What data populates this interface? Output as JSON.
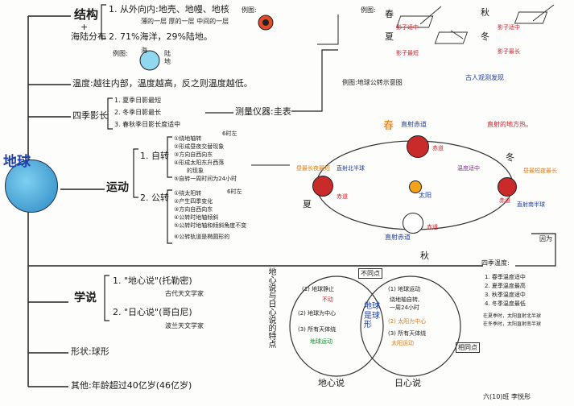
{
  "center": {
    "label": "地球"
  },
  "structure": {
    "title": "结构",
    "plus": "+",
    "title2": "海陆分布",
    "line1": "1. 从外向内:地壳、地幔、地核",
    "line1_note": "薄的一层  厚的一层  中间的一层",
    "diagram_label": "例图:",
    "line2": "2. 71%海洋，29%陆地。",
    "diagram_label2": "例图:",
    "sea": "海",
    "land": "陆",
    "land2": "地"
  },
  "temperature": {
    "text": "温度:越往内部，温度越高，反之则温度越低。"
  },
  "shadow": {
    "title": "四季影长",
    "item1": "1. 夏季日影最短",
    "item2": "2. 冬季日影最长",
    "item3": "3. 春秋季日影长度适中",
    "measure": "测量仪器:圭表"
  },
  "season_sun": {
    "example": "例图:",
    "spring": "春",
    "summer": "夏",
    "autumn": "秋",
    "winter": "冬",
    "shadow_medium": "影子适中",
    "shadow_short": "影子最短",
    "shadow_long": "影子最长",
    "ancient": "古人观测发现"
  },
  "orbit": {
    "title": "例图:地球公转示意图",
    "spring": "春",
    "summer": "夏",
    "autumn": "秋",
    "winter": "冬",
    "sun": "太阳",
    "equator1": "直射赤道",
    "equator2": "直射赤道",
    "equator3": "赤道",
    "equator4": "赤道",
    "equator5": "赤道",
    "equator6": "赤道",
    "direct_note": "直射的地方热。",
    "north": "直射北半球",
    "south": "直射南半球",
    "left_note": "昼最长夜最短",
    "right_note": "昼最短夜最长",
    "temp_note": "温度适中"
  },
  "motion": {
    "title": "运动",
    "rotate": "1. 自转",
    "revolve": "2. 公转",
    "r1": "①绕地轴转",
    "r1b": "6时左",
    "r2": "②形成昼夜交替现象",
    "r3": "③方向自西向东",
    "r4": "④形成太阳东升西落",
    "r4b": "的现象",
    "r5": "⑤自转一周时间为24小时",
    "v1": "①绕太阳转",
    "v1b": "6时左",
    "v2": "②产生四季变化",
    "v3": "③方向自西向东",
    "v4": "④公转时地轴倾斜",
    "v5": "⑤公转时地轴和倾斜角度不变",
    "v6": "⑥公转轨道是椭圆形的"
  },
  "cause": {
    "label": "因为"
  },
  "seasons_temp": {
    "title": "四季温度:",
    "i1": "1. 春季温度适中",
    "i2": "2. 夏季温度最高",
    "i3": "3. 秋季温度适中",
    "i4": "4. 冬季温度最低",
    "note1": "在夏季时，太阳直射北半球",
    "note2": "在冬季时，太阳直射南半球"
  },
  "theory": {
    "title": "学说",
    "geo": "1. \"地心说\"(托勒密)",
    "geo_note": "古代天文学家",
    "helio": "2. \"日心说\"(哥白尼)",
    "helio_note": "波兰天文学家",
    "side": "地心说与日心说的特点",
    "diff": "不同点",
    "same": "相同点",
    "geo_label": "地心说",
    "helio_label": "日心说",
    "g1": "(1) 地球静止",
    "g1b": "不动",
    "g2": "(2) 地球为中心",
    "g3": "(3) 所有天体绕",
    "g3b": "地球运动",
    "h1": "(1) 地球运动",
    "h1b": "绕地轴自转,",
    "h1c": "一周24小时",
    "h2": "(2) 太阳为中心",
    "h3": "(3) 所有天体绕",
    "h3b": "太阳运动",
    "common": "地球是球形"
  },
  "shape": {
    "text": "形状:球形"
  },
  "age": {
    "text": "其他:年龄超过40亿岁(46亿岁)"
  },
  "author": {
    "text": "六(10)班  李悦彤"
  }
}
